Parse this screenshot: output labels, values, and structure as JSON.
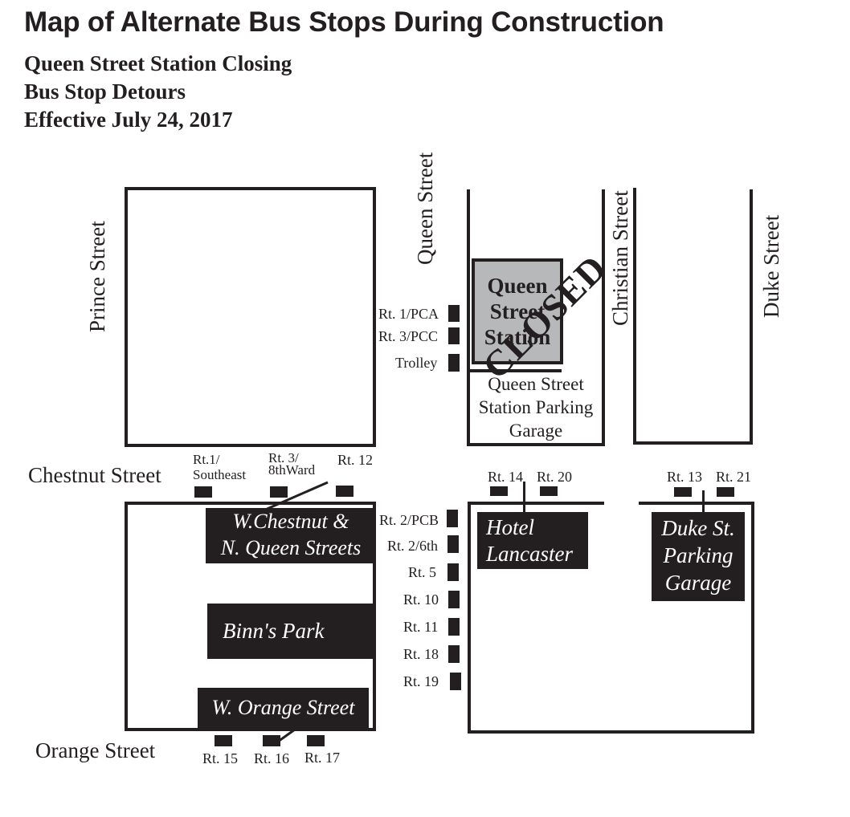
{
  "header": {
    "title": "Map of Alternate Bus Stops During Construction",
    "subtitle_1": "Queen Street Station Closing",
    "subtitle_2": "Bus Stop Detours",
    "subtitle_3": "Effective July 24, 2017"
  },
  "streets": {
    "prince": "Prince Street",
    "queen": "Queen Street",
    "christian": "Christian Street",
    "duke": "Duke Street",
    "chestnut": "Chestnut Street",
    "orange": "Orange Street"
  },
  "landmarks": {
    "station_line1": "Queen",
    "station_line2": "Street",
    "station_line3": "Station",
    "closed_stamp": "CLOSED",
    "garage_line1": "Queen Street",
    "garage_line2": "Station Parking",
    "garage_line3": "Garage",
    "wchestnut_line1": "W.Chestnut &",
    "wchestnut_line2": "N. Queen Streets",
    "binns_park": "Binn's Park",
    "w_orange": "W. Orange Street",
    "hotel_line1": "Hotel",
    "hotel_line2": "Lancaster",
    "duke_garage_line1": "Duke St.",
    "duke_garage_line2": "Parking",
    "duke_garage_line3": "Garage"
  },
  "stops": {
    "queen_north": [
      "Rt. 1/PCA",
      "Rt. 3/PCC",
      "Trolley"
    ],
    "chestnut_west": {
      "s1_line1": "Rt.1/",
      "s1_line2": "Southeast",
      "s2_line1": "Rt. 3/",
      "s2_line2": "8thWard",
      "s3": "Rt. 12"
    },
    "queen_south": [
      "Rt. 2/PCB",
      "Rt. 2/6th",
      "Rt. 5",
      "Rt. 10",
      "Rt. 11",
      "Rt. 18",
      "Rt. 19"
    ],
    "chestnut_east": [
      "Rt. 14",
      "Rt. 20",
      "Rt. 13",
      "Rt. 21"
    ],
    "orange": [
      "Rt. 15",
      "Rt. 16",
      "Rt. 17"
    ]
  },
  "colors": {
    "ink": "#231f20",
    "station_fill": "#b7b8ba",
    "background": "#ffffff"
  }
}
